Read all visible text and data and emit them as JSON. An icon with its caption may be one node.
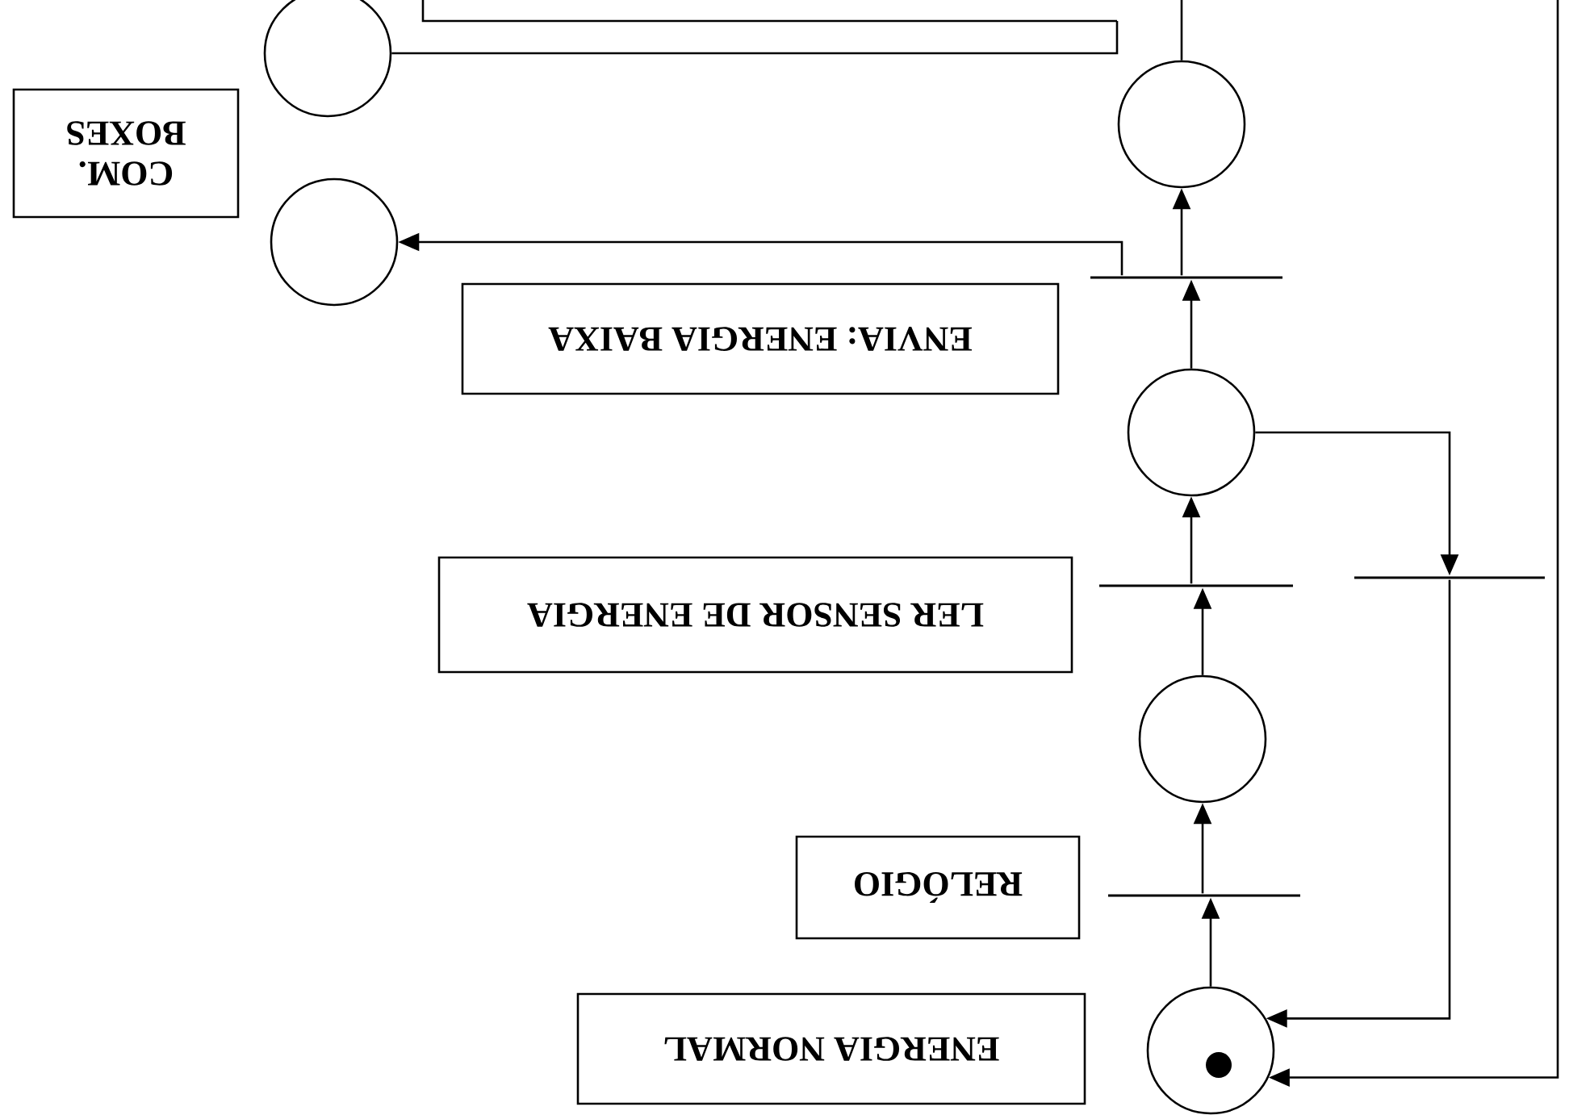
{
  "diagram": {
    "nodes": [
      {
        "text": [],
        "shape": "circle"
      },
      {
        "text": [],
        "shape": "circle"
      },
      {
        "text": [
          "COM. BOXES"
        ]
      },
      {
        "text": [],
        "shape": "circle"
      },
      {
        "text": [],
        "shape": "bar"
      },
      {
        "text": [
          "ENVIA: ENERGIA BAIXA"
        ]
      },
      {
        "text": [],
        "shape": "circle"
      },
      {
        "text": [],
        "shape": "bar"
      },
      {
        "text": [],
        "shape": "bar"
      },
      {
        "text": [
          "LER SENSOR DE ENERGIA"
        ]
      },
      {
        "text": [],
        "shape": "circle"
      },
      {
        "text": [],
        "shape": "bar"
      },
      {
        "text": [
          "RELÓGIO"
        ]
      },
      {
        "text": [],
        "shape": "circle"
      },
      {
        "text": [
          "ENERGIA NORMAL"
        ]
      }
    ],
    "edges": [
      {
        "from": 13,
        "to": 11,
        "arrow": "to"
      },
      {
        "from": 11,
        "to": 10,
        "arrow": "to"
      },
      {
        "from": 10,
        "to": 7,
        "arrow": "to"
      },
      {
        "from": 7,
        "to": 6,
        "arrow": "to"
      },
      {
        "from": 6,
        "to": 8,
        "arrow": "to"
      },
      {
        "from": 8,
        "to": 13,
        "arrow": "to"
      },
      {
        "from": 6,
        "to": 4,
        "arrow": "to"
      },
      {
        "from": 4,
        "to": 1,
        "arrow": "to"
      },
      {
        "from": 4,
        "to": 3,
        "arrow": "to"
      },
      {
        "from": null,
        "to": 13,
        "arrow": "to"
      },
      {
        "from": 1,
        "to": null,
        "arrow": "none"
      },
      {
        "from": 0,
        "to": null,
        "arrow": "none"
      }
    ]
  }
}
